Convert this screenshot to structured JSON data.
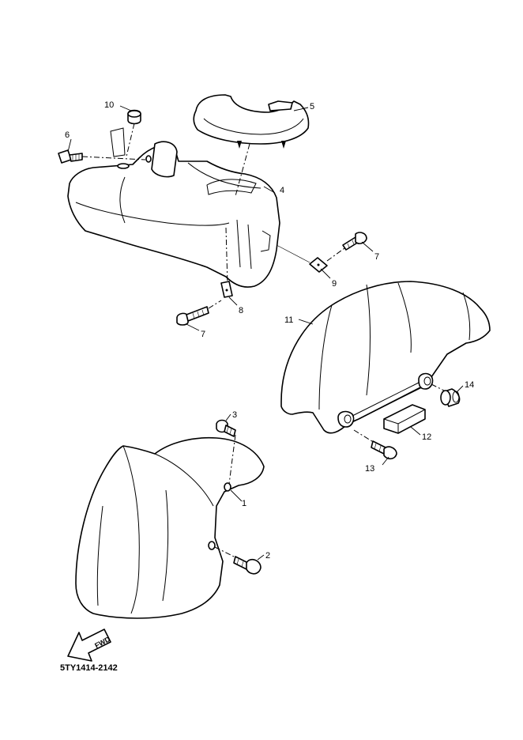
{
  "diagram": {
    "callouts": [
      "1",
      "2",
      "3",
      "4",
      "5",
      "6",
      "7",
      "7",
      "8",
      "9",
      "10",
      "11",
      "12",
      "13",
      "14"
    ],
    "direction_label": "FWD",
    "drawing_code": "5TY1414-2142"
  }
}
